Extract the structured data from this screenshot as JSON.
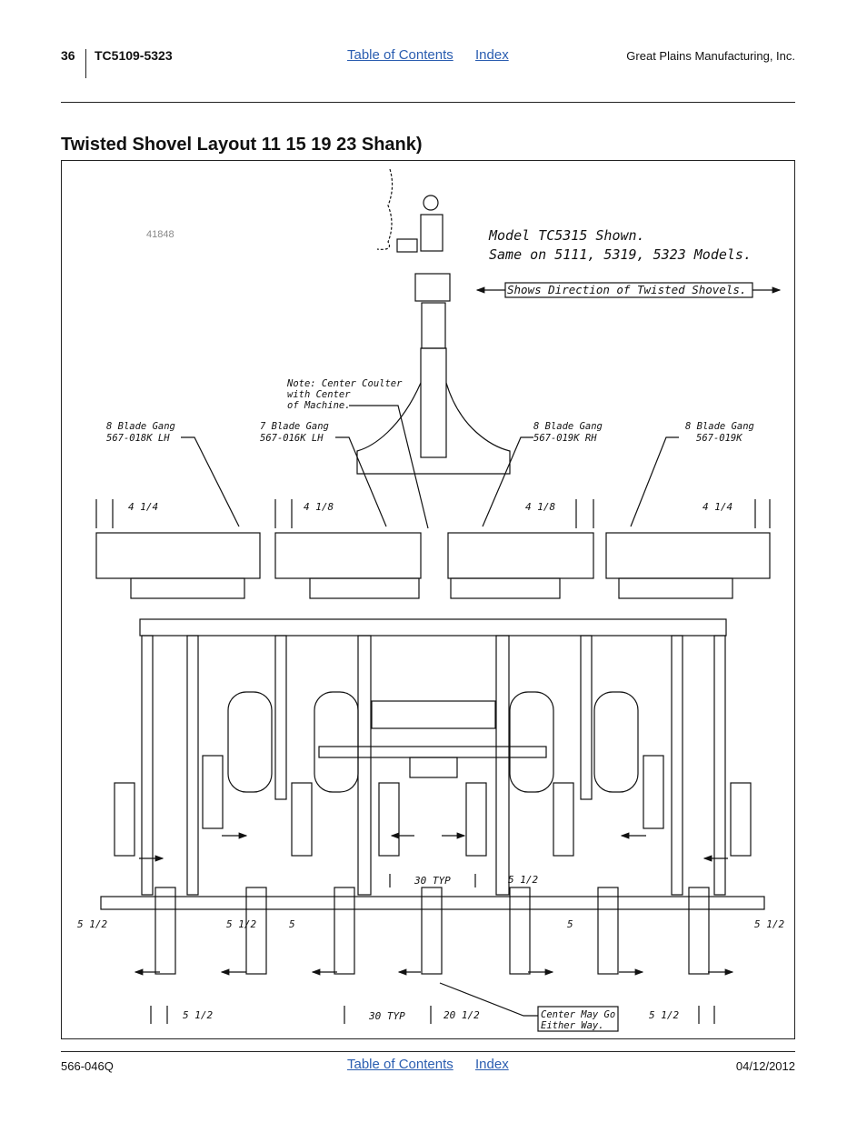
{
  "header": {
    "page_number": "36",
    "model": "TC5109-5323",
    "toc_link": "Table of Contents",
    "index_link": "Index",
    "company": "Great Plains Manufacturing, Inc."
  },
  "title": "Twisted Shovel Layout 11 15 19 23 Shank)",
  "figure": {
    "image_id": "41848",
    "model_note_1": "Model TC5315 Shown.",
    "model_note_2": "Same on 5111, 5319, 5323 Models.",
    "direction_note": "Shows Direction of Twisted Shovels.",
    "center_note_1": "Note: Center Coulter",
    "center_note_2": "with Center",
    "center_note_3": "of Machine.",
    "gang_1_line_1": "8 Blade Gang",
    "gang_1_line_2": "567-018K LH",
    "gang_2_line_1": "7 Blade Gang",
    "gang_2_line_2": "567-016K LH",
    "gang_3_line_1": "8 Blade Gang",
    "gang_3_line_2": "567-019K RH",
    "gang_4_line_1": "8 Blade Gang",
    "gang_4_line_2": "567-019K",
    "dim_1_4_left": "4 1/4",
    "dim_1_8_left": "4 1/8",
    "dim_1_8_right": "4 1/8",
    "dim_1_4_right": "4 1/4",
    "dim_30_typ_mid": "30 TYP",
    "dim_5_half_mid": "5 1/2",
    "dim_5_half_left": "5 1/2",
    "dim_5_half_left2": "5 1/2",
    "dim_5_left": "5",
    "dim_5_right": "5",
    "dim_5_half_right": "5 1/2",
    "dim_5_half_bot_left": "5 1/2",
    "dim_30_typ_bot": "30 TYP",
    "dim_20_half": "20 1/2",
    "dim_5_half_bot_right": "5 1/2",
    "center_go_1": "Center May Go",
    "center_go_2": "Either Way."
  },
  "footer": {
    "doc_number": "566-046Q",
    "toc_link": "Table of Contents",
    "index_link": "Index",
    "date": "04/12/2012"
  }
}
